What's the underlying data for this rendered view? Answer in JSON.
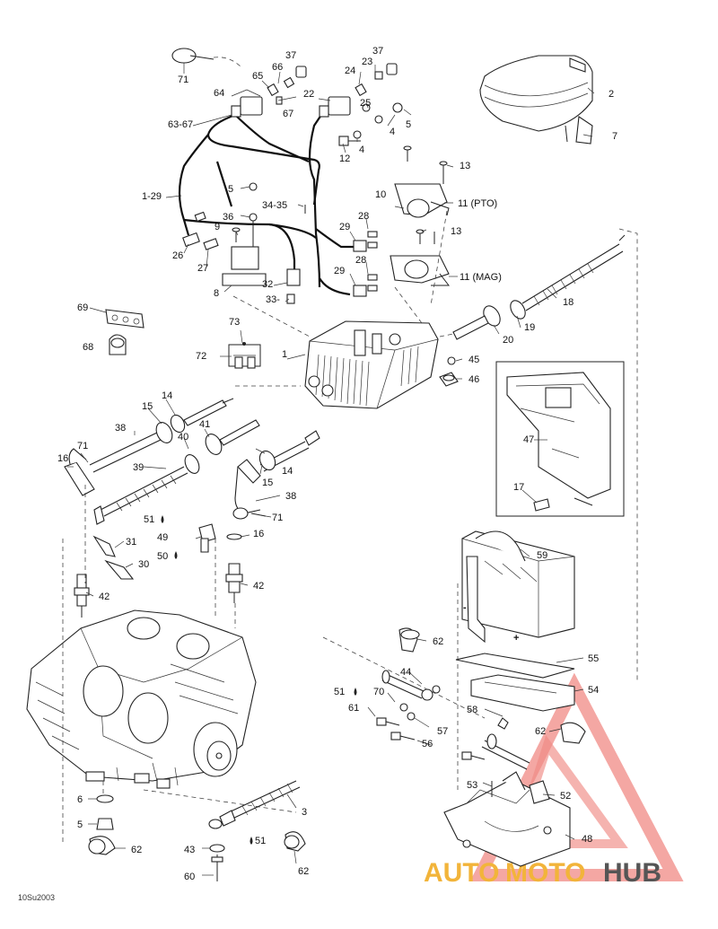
{
  "diagram": {
    "drawing_code": "10Su2003",
    "watermark": {
      "part1": "AUTO",
      "part2": "MOTO",
      "part3": "HUB",
      "color_red": "#e8453c",
      "color_gold": "#f2b43a",
      "color_dark": "#444444"
    },
    "callouts": {
      "c71a": "71",
      "c37a": "37",
      "c66": "66",
      "c65": "65",
      "c64": "64",
      "c67": "67",
      "c6367": "63-67",
      "c37b": "37",
      "c23": "23",
      "c24": "24",
      "c22": "22",
      "c25": "25",
      "c5a": "5",
      "c4a": "4",
      "c12": "12",
      "c4b": "4",
      "c2": "2",
      "c7": "7",
      "c13a": "13",
      "c129": "1-29",
      "c5b": "5",
      "c3435": "34-35",
      "c10": "10",
      "c11pto": "11 (PTO)",
      "c36": "36",
      "c9": "9",
      "c29a": "29",
      "c28a": "28",
      "c13b": "13",
      "c26": "26",
      "c27": "27",
      "c29b": "29",
      "c28b": "28",
      "c11mag": "11 (MAG)",
      "c32": "32",
      "c8": "8",
      "c33": "33-",
      "c18": "18",
      "c69": "69",
      "c68": "68",
      "c19": "19",
      "c20": "20",
      "c73": "73",
      "c72": "72",
      "c1": "1",
      "c45": "45",
      "c46": "46",
      "c14a": "14",
      "c15a": "15",
      "c41": "41",
      "c38a": "38",
      "c40": "40",
      "c71b": "71",
      "c16a": "16",
      "c39": "39",
      "c14b": "14",
      "c15b": "15",
      "c47": "47",
      "c38b": "38",
      "c17": "17",
      "c71c": "71",
      "c51a": "51",
      "c49": "49",
      "c16b": "16",
      "c31": "31",
      "c50": "50",
      "c30": "30",
      "c59": "59",
      "c42a": "42",
      "c42b": "42",
      "c62a": "62",
      "c55": "55",
      "c44": "44",
      "c51b": "51",
      "c70": "70",
      "c54": "54",
      "c58": "58",
      "c61": "61",
      "c57": "57",
      "c62b": "62",
      "c56": "56",
      "c6": "6",
      "c53": "53",
      "c52": "52",
      "c5c": "5",
      "c3": "3",
      "c48": "48",
      "c62c": "62",
      "c43": "43",
      "c51c": "51",
      "c60": "60",
      "c62d": "62"
    },
    "battery_terminals": {
      "negative": "-",
      "positive": "+"
    }
  }
}
